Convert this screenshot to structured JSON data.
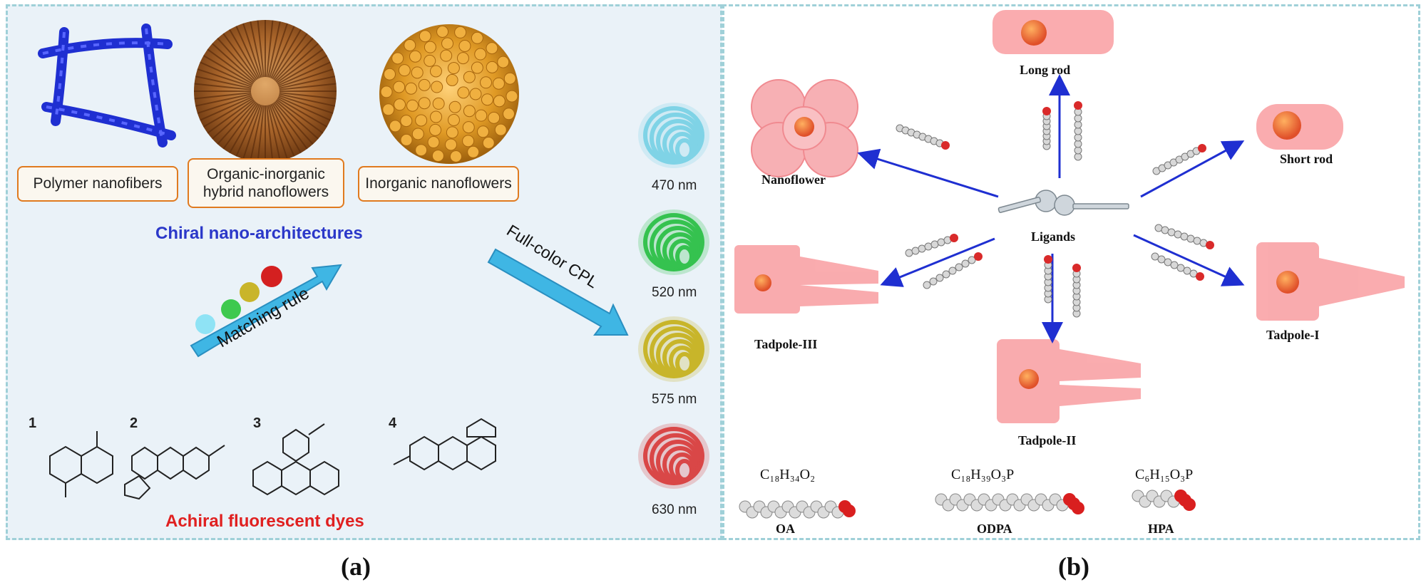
{
  "panel_a": {
    "boxes": [
      "Polymer nanofibers",
      "Organic-inorganic hybrid nanoflowers",
      "Inorganic nanoflowers"
    ],
    "chiral_title": "Chiral nano-architectures",
    "matching_rule": "Matching rule",
    "full_color": "Full-color CPL",
    "dye_numbers": [
      "1",
      "2",
      "3",
      "4"
    ],
    "achiral_title": "Achiral fluorescent dyes",
    "wavelengths": [
      "470 nm",
      "520 nm",
      "575 nm",
      "630 nm"
    ],
    "spiral_colors": [
      "#7fd3e6",
      "#35c24f",
      "#c8b52a",
      "#d94747"
    ]
  },
  "panel_b": {
    "center": "Ligands",
    "shapes": [
      "Long rod",
      "Short rod",
      "Nanoflower",
      "Tadpole-III",
      "Tadpole-II",
      "Tadpole-I"
    ],
    "ligands": [
      {
        "formula": "C₁₈H₃₄O₂",
        "name": "OA"
      },
      {
        "formula": "C₁₈H₃₉O₃P",
        "name": "ODPA"
      },
      {
        "formula": "C₆H₁₅O₃P",
        "name": "HPA"
      }
    ]
  },
  "captions": [
    "(a)",
    "(b)"
  ]
}
